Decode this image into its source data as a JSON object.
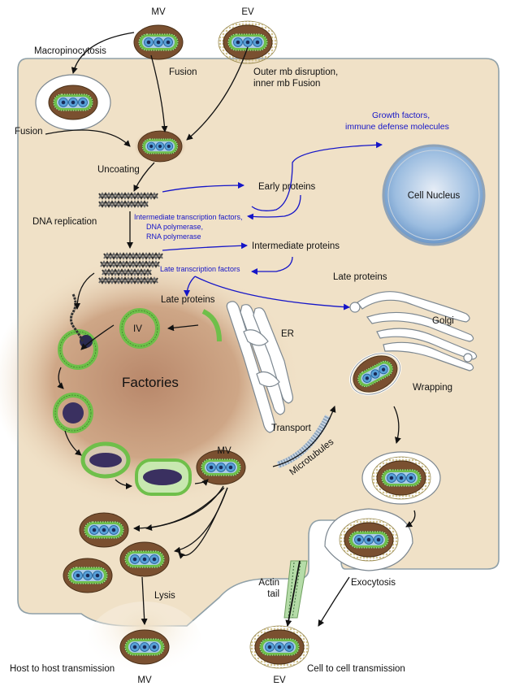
{
  "labels": {
    "mv_top": "MV",
    "ev_top": "EV",
    "macropinocytosis": "Macropinocytosis",
    "fusion1": "Fusion",
    "fusion2": "Fusion",
    "outer_mb_1": "Outer mb disruption,",
    "outer_mb_2": "inner mb Fusion",
    "growth_1": "Growth factors,",
    "growth_2": "immune defense molecules",
    "uncoating": "Uncoating",
    "early_proteins": "Early proteins",
    "cell_nucleus": "Cell Nucleus",
    "dna_replication": "DNA replication",
    "itf_1": "Intermediate transcription factors,",
    "itf_2": "DNA polymerase,",
    "itf_3": "RNA polymerase",
    "intermediate_proteins": "Intermediate proteins",
    "late_tf": "Late transcription factors",
    "late_proteins_right": "Late proteins",
    "late_proteins_left": "Late proteins",
    "iv": "IV",
    "er": "ER",
    "golgi": "Golgi",
    "factories": "Factories",
    "wrapping": "Wrapping",
    "transport": "Transport",
    "microtubules": "Microtubules",
    "mv_mid": "MV",
    "actin_1": "Actin",
    "actin_2": "tail",
    "exocytosis": "Exocytosis",
    "lysis": "Lysis",
    "host_to_host": "Host to host transmission",
    "mv_bottom": "MV",
    "ev_bottom": "EV",
    "cell_to_cell": "Cell to cell transmission"
  },
  "colors": {
    "cytoplasm": "#f0e1c7",
    "factory": "#c49a76",
    "virion_core": "#7a5030",
    "membrane_green": "#6fbf4a",
    "nucleus_blue": "#7ea8d6",
    "arrow_blue": "#1515c8"
  }
}
